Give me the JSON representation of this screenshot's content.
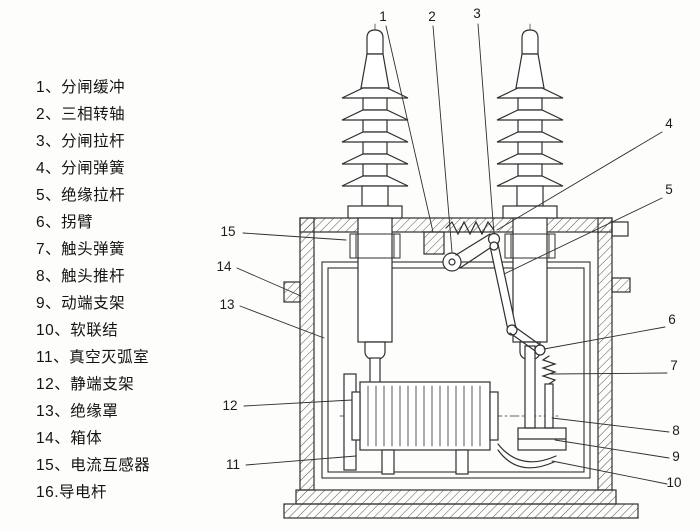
{
  "legend": {
    "items": [
      "1、分闸缓冲",
      "2、三相转轴",
      "3、分闸拉杆",
      "4、分闸弹簧",
      "5、绝缘拉杆",
      "6、拐臂",
      "7、触头弹簧",
      "8、触头推杆",
      "9、动端支架",
      "10、软联结",
      "11、真空灭弧室",
      "12、静端支架",
      "13、绝缘罩",
      "14、箱体",
      "15、电流互感器",
      "16.导电杆"
    ]
  },
  "callouts": [
    "1",
    "2",
    "3",
    "4",
    "5",
    "6",
    "7",
    "8",
    "9",
    "10",
    "11",
    "12",
    "13",
    "14",
    "15"
  ],
  "colors": {
    "line": "#2f2f2f",
    "background": "#fdfdfb"
  }
}
